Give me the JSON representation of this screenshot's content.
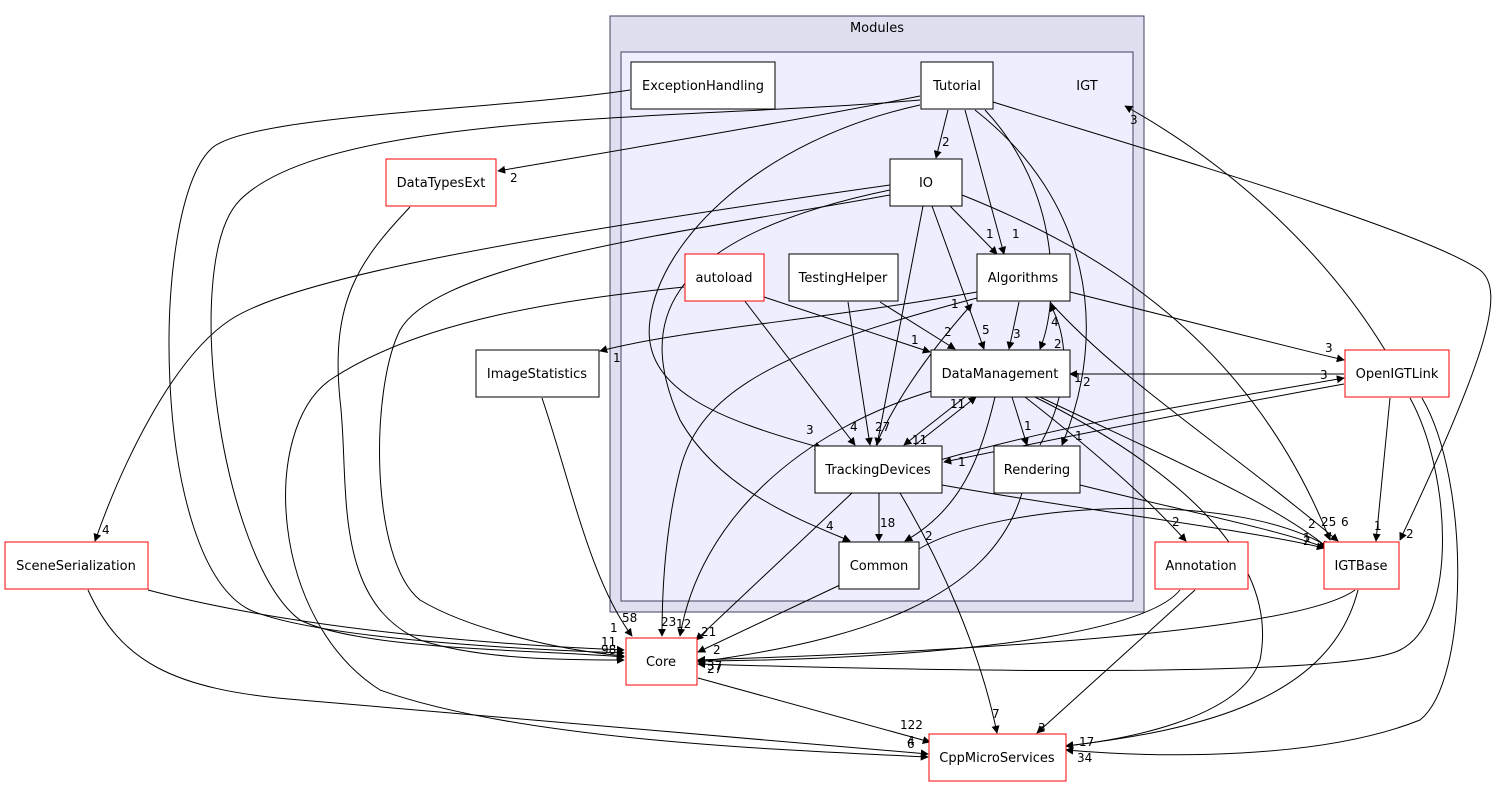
{
  "colors": {
    "outer_cluster_fill": "#dfdfef",
    "outer_cluster_stroke": "#404060",
    "inner_cluster_fill": "#eeeeff",
    "inner_cluster_stroke": "#404060",
    "node_black": "#000000",
    "node_red": "#ff0000",
    "edge": "#000000"
  },
  "clusters": {
    "outer": {
      "label": "Modules"
    },
    "inner": {
      "label": "IGT"
    }
  },
  "nodes": {
    "exceptionhandling": {
      "label": "ExceptionHandling",
      "border": "black"
    },
    "tutorial": {
      "label": "Tutorial",
      "border": "black"
    },
    "io": {
      "label": "IO",
      "border": "black"
    },
    "autoload": {
      "label": "autoload",
      "border": "red"
    },
    "testinghelper": {
      "label": "TestingHelper",
      "border": "black"
    },
    "algorithms": {
      "label": "Algorithms",
      "border": "black"
    },
    "datamanagement": {
      "label": "DataManagement",
      "border": "black"
    },
    "trackingdevices": {
      "label": "TrackingDevices",
      "border": "black"
    },
    "rendering": {
      "label": "Rendering",
      "border": "black"
    },
    "common": {
      "label": "Common",
      "border": "black"
    },
    "datatypesext": {
      "label": "DataTypesExt",
      "border": "red"
    },
    "imagestatistics": {
      "label": "ImageStatistics",
      "border": "black"
    },
    "sceneserialization": {
      "label": "SceneSerialization",
      "border": "red"
    },
    "core": {
      "label": "Core",
      "border": "red"
    },
    "cppmicroservices": {
      "label": "CppMicroServices",
      "border": "red"
    },
    "openigtlink": {
      "label": "OpenIGTLink",
      "border": "red"
    },
    "igtbase": {
      "label": "IGTBase",
      "border": "red"
    },
    "annotation": {
      "label": "Annotation",
      "border": "red"
    }
  },
  "edge_labels": {
    "tutorial_io": "2",
    "tutorial_datatypesext": "2",
    "tutorial_igt": "3",
    "tutorial_algorithms": "1",
    "tutorial_igtbase": "2",
    "io_algorithms": "1",
    "io_datamanagement": "5",
    "io_trackingdevices": "27",
    "io_sceneserialization": "4",
    "io_common": "4",
    "io_igtbase": "6",
    "autoload_datamanagement": "1",
    "autoload_trackingdevices": "4",
    "testinghelper_datamanagement": "2",
    "algorithms_datamanagement": "3",
    "algorithms_imagestatistics": "1",
    "algorithms_openigtlink": "3",
    "algorithms_core": "23",
    "algorithms_igtbase": "25",
    "algorithms_trackingdevices_up": "1",
    "datamanagement_tutorial_in": "2",
    "datamanagement_trackingdevices": "11",
    "trackingdevices_datamanagement": "11",
    "datamanagement_rendering": "1",
    "datamanagement_annotation": "2",
    "datamanagement_common": "2",
    "datamanagement_core": "12",
    "datamanagement_igtbase": "2",
    "datamanagement_cppmicroservices": "17",
    "tutorial_trackingdevices": "3",
    "trackingdevices_common": "18",
    "trackingdevices_core": "21",
    "trackingdevices_cppmicroservices": "7",
    "trackingdevices_openigtlink": "1",
    "trackingdevices_igtbase": "2",
    "rendering_algorithms": "2",
    "rendering_algorithms_b": "4",
    "rendering_igtbase": "1",
    "tutorial_rendering": "1",
    "openigtlink_datamanagement": "3",
    "openigtlink_trackingdevices": "1",
    "openigtlink_igtbase": "1",
    "common_core": "2",
    "imagestatistics_core": "58",
    "datatypesext_core": "98",
    "sceneserialization_core": "1",
    "exceptionhandling_core": "11",
    "igtbase_core": "27",
    "annotation_core": "37",
    "annotation_cppmicroservices": "3",
    "core_cppmicroservices": "122",
    "sceneserialization_cppmicroservices": "6",
    "openigtlink_cppmicroservices": "34",
    "igtbase_cppmicroservices": "4"
  }
}
